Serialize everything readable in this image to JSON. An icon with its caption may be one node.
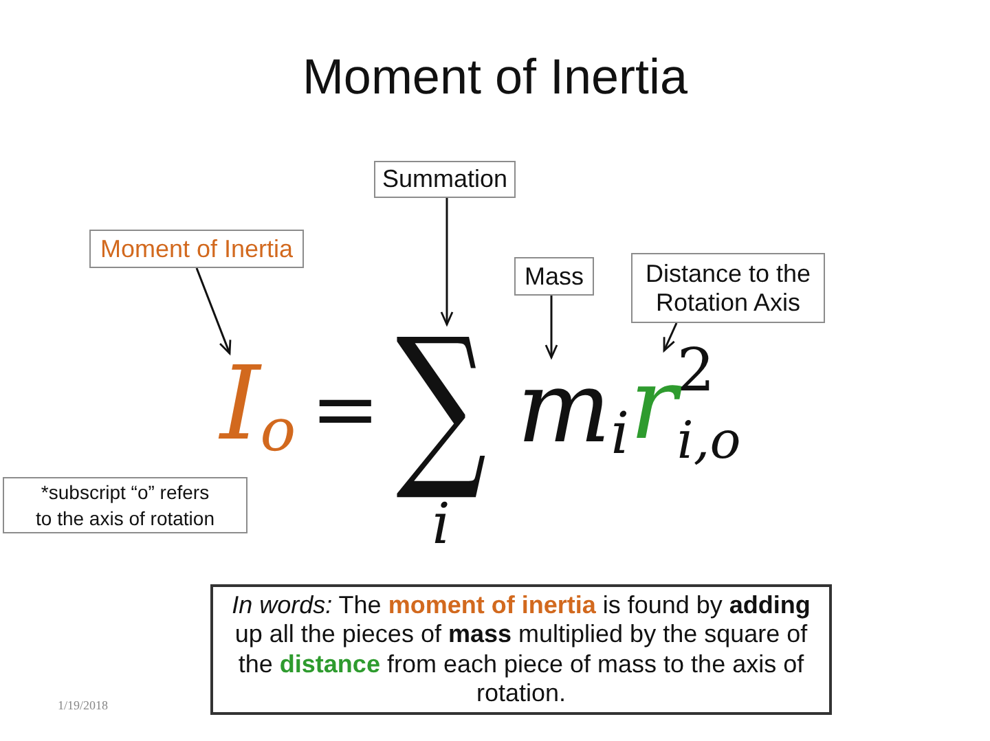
{
  "diagram": {
    "title": "Moment of Inertia",
    "nodes": [
      {
        "text": [
          "Summation"
        ]
      },
      {
        "text": [
          "Moment of Inertia"
        ]
      },
      {
        "text": [
          "Mass"
        ]
      },
      {
        "text": [
          "Distance to the Rotation Axis"
        ]
      },
      {
        "text": [
          "I$_{o}$"
        ]
      },
      {
        "text": [
          "∑$_{i}$"
        ]
      },
      {
        "text": [
          "m$_{i}$"
        ]
      },
      {
        "text": [
          "r$^{2}$$_{i,o}$"
        ]
      },
      {
        "text": [
          "*subscript “o” refers to the axis of rotation"
        ]
      },
      {
        "text": [
          "*In words:* The **moment of inertia** is found by **adding** up all the pieces of **mass** multiplied by the square of the **distance** from each piece of mass to the axis of rotation."
        ]
      }
    ],
    "edges": [
      {
        "from": 0,
        "to": 5,
        "arrow": "to"
      },
      {
        "from": 1,
        "to": 4,
        "arrow": "to"
      },
      {
        "from": 2,
        "to": 6,
        "arrow": "to"
      },
      {
        "from": 3,
        "to": 7,
        "arrow": "to"
      }
    ],
    "labels": [
      "=",
      "1/19/2018"
    ]
  }
}
